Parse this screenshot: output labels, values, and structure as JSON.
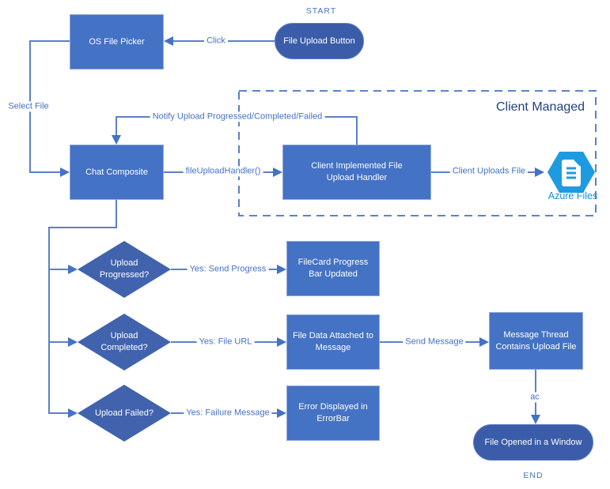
{
  "regions": {
    "client_managed": "Client Managed"
  },
  "terminals": {
    "start": "START",
    "end": "END"
  },
  "nodes": {
    "file_upload_button": "File Upload Button",
    "os_file_picker": "OS File Picker",
    "chat_composite": "Chat Composite",
    "client_file_upload_handler": "Client Implemented File Upload Handler",
    "filecard_progress_bar": "FileCard Progress Bar Updated",
    "file_data_attached": "File Data Attached to Message",
    "message_thread": "Message Thread Contains Upload File",
    "error_displayed": "Error Displayed in ErrorBar",
    "file_opened": "File Opened in a Window",
    "upload_progressed": "Upload Progressed?",
    "upload_completed": "Upload Completed?",
    "upload_failed": "Upload Failed?"
  },
  "icons": {
    "azure_files_label": "Azure Files"
  },
  "edges": {
    "click": "Click",
    "select_file": "Select File",
    "file_upload_handler_call": "fileUploadHandler()",
    "notify": "Notify Upload Progressed/Completed/Failed",
    "client_uploads_file": "Client Uploads File",
    "yes_send_progress": "Yes: Send Progress",
    "yes_file_url": "Yes: File URL",
    "send_message": "Send Message",
    "yes_failure_message": "Yes: Failure Message",
    "ac": "ac"
  },
  "colors": {
    "node_fill": "#4472C4",
    "node_border": "#8FAADC",
    "terminal_fill": "#3A5CA9",
    "decision_fill": "#4163AE",
    "connector": "#5B80C8",
    "arrowhead": "#4472C4",
    "label_text": "#4472C4",
    "region_text": "#24417E",
    "azure_icon": "#1E9BE0",
    "azure_text": "#1E8FD9",
    "dashed_border": "#4472C4"
  }
}
